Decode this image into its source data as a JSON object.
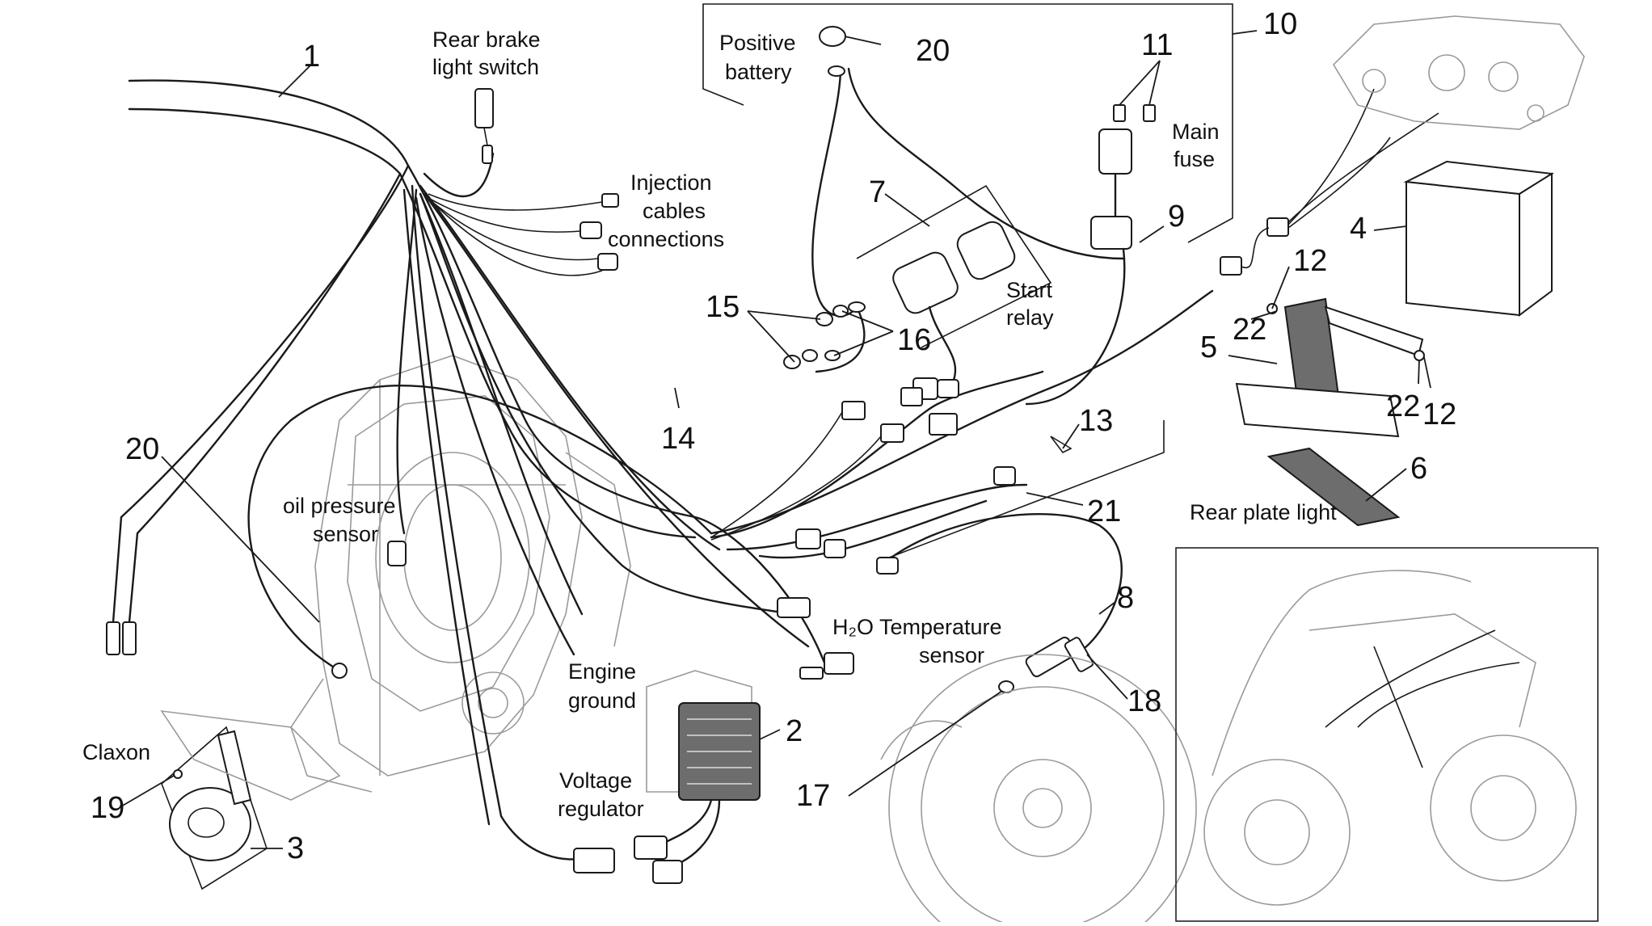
{
  "labels": {
    "rear_brake": [
      "Rear brake",
      "light switch"
    ],
    "injection": [
      "Injection",
      "cables",
      "connections"
    ],
    "positive_battery": [
      "Positive",
      "battery"
    ],
    "main_fuse": [
      "Main",
      "fuse"
    ],
    "start_relay": [
      "Start",
      "relay"
    ],
    "oil_pressure": [
      "oil pressure",
      "sensor"
    ],
    "h2o_temp": [
      "H₂O Temperature",
      "sensor"
    ],
    "engine_ground": [
      "Engine",
      "ground"
    ],
    "voltage_regulator": [
      "Voltage",
      "regulator"
    ],
    "claxon": "Claxon",
    "rear_plate": "Rear plate light"
  },
  "callouts": {
    "c1": "1",
    "c2": "2",
    "c3": "3",
    "c4": "4",
    "c5": "5",
    "c6": "6",
    "c7": "7",
    "c8": "8",
    "c9": "9",
    "c10": "10",
    "c11": "11",
    "c12a": "12",
    "c12b": "12",
    "c13": "13",
    "c14": "14",
    "c15": "15",
    "c16": "16",
    "c17": "17",
    "c18": "18",
    "c19": "19",
    "c20a": "20",
    "c20b": "20",
    "c21": "21",
    "c22a": "22",
    "c22b": "22"
  }
}
